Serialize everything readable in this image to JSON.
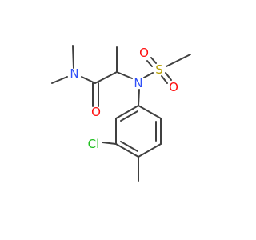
{
  "molecule": {
    "atoms": [
      {
        "id": "N1",
        "label": "N",
        "color": "#3050f8"
      },
      {
        "id": "O1",
        "label": "O",
        "color": "#ff0d0d"
      },
      {
        "id": "N2",
        "label": "N",
        "color": "#3050f8"
      },
      {
        "id": "S1",
        "label": "S",
        "color": "#b8a000"
      },
      {
        "id": "O2",
        "label": "O",
        "color": "#ff0d0d"
      },
      {
        "id": "O3",
        "label": "O",
        "color": "#ff0d0d"
      },
      {
        "id": "Cl1",
        "label": "Cl",
        "color": "#1fbf1f"
      }
    ],
    "bond_color": "#404040"
  }
}
